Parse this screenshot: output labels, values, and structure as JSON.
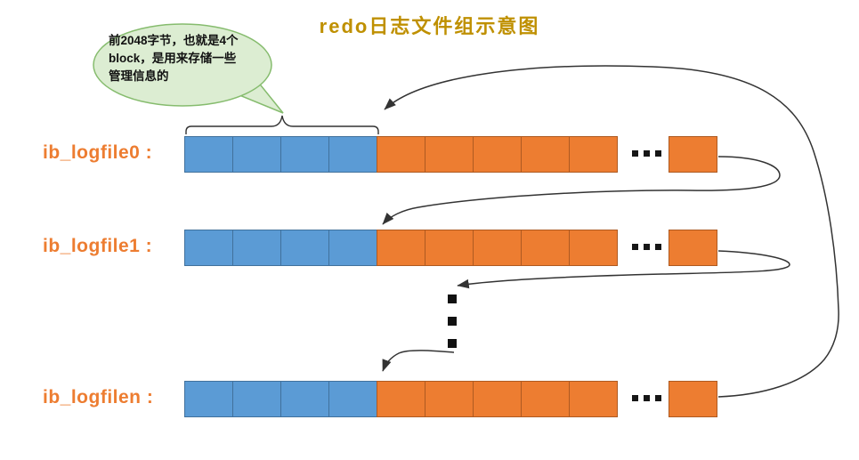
{
  "title": "redo日志文件组示意图",
  "callout": {
    "text": "前2048字节，也就是4个\nblock，是用来存储一些\n管理信息的"
  },
  "rows": [
    {
      "label": "ib_logfile0 :",
      "blue_blocks": 4,
      "orange_blocks": 5,
      "tail_blocks": 1
    },
    {
      "label": "ib_logfile1 :",
      "blue_blocks": 4,
      "orange_blocks": 5,
      "tail_blocks": 1
    },
    {
      "label": "ib_logfilen :",
      "blue_blocks": 4,
      "orange_blocks": 5,
      "tail_blocks": 1
    }
  ],
  "icons": {
    "row_ellipsis": "horizontal-ellipsis-dots",
    "between_rows_ellipsis": "vertical-ellipsis-dots",
    "brace": "top-curly-brace",
    "callout_shape": "speech-bubble"
  },
  "colors": {
    "title": "#BF9000",
    "label": "#ED7D31",
    "block_blue": "#5B9BD5",
    "block_blue_border": "#41719C",
    "block_orange": "#ED7D31",
    "block_orange_border": "#AE5A21",
    "callout_fill": "#DCEDD2",
    "callout_border": "#86BC6E",
    "arrow": "#333333"
  }
}
